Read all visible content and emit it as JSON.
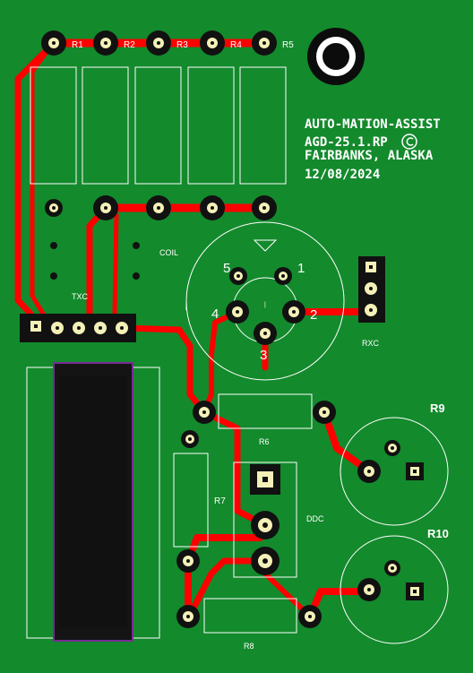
{
  "board": {
    "bg": "#138a2c",
    "trace": "#ff0000",
    "pad_copper": "#111111",
    "pad_fill": "#f3f0b8",
    "silk": "#ffffff",
    "outline": "#7a2a95"
  },
  "title_block": {
    "line1": "AUTO-MATION-ASSIST",
    "line2": "AGD-25.1.RP",
    "copyright": "©",
    "line3": "FAIRBANKS, ALASKA",
    "line4": "12/08/2024"
  },
  "labels": {
    "r1": "R1",
    "r2": "R2",
    "r3": "R3",
    "r4": "R4",
    "r5": "R5",
    "coil": "COIL",
    "txc": "TXC",
    "rxc": "RXC",
    "r6": "R6",
    "r7": "R7",
    "r8": "R8",
    "r9": "R9",
    "r10": "R10",
    "ddc": "DDC"
  },
  "din_pins": {
    "p1": "1",
    "p2": "2",
    "p3": "3",
    "p4": "4",
    "p5": "5"
  }
}
